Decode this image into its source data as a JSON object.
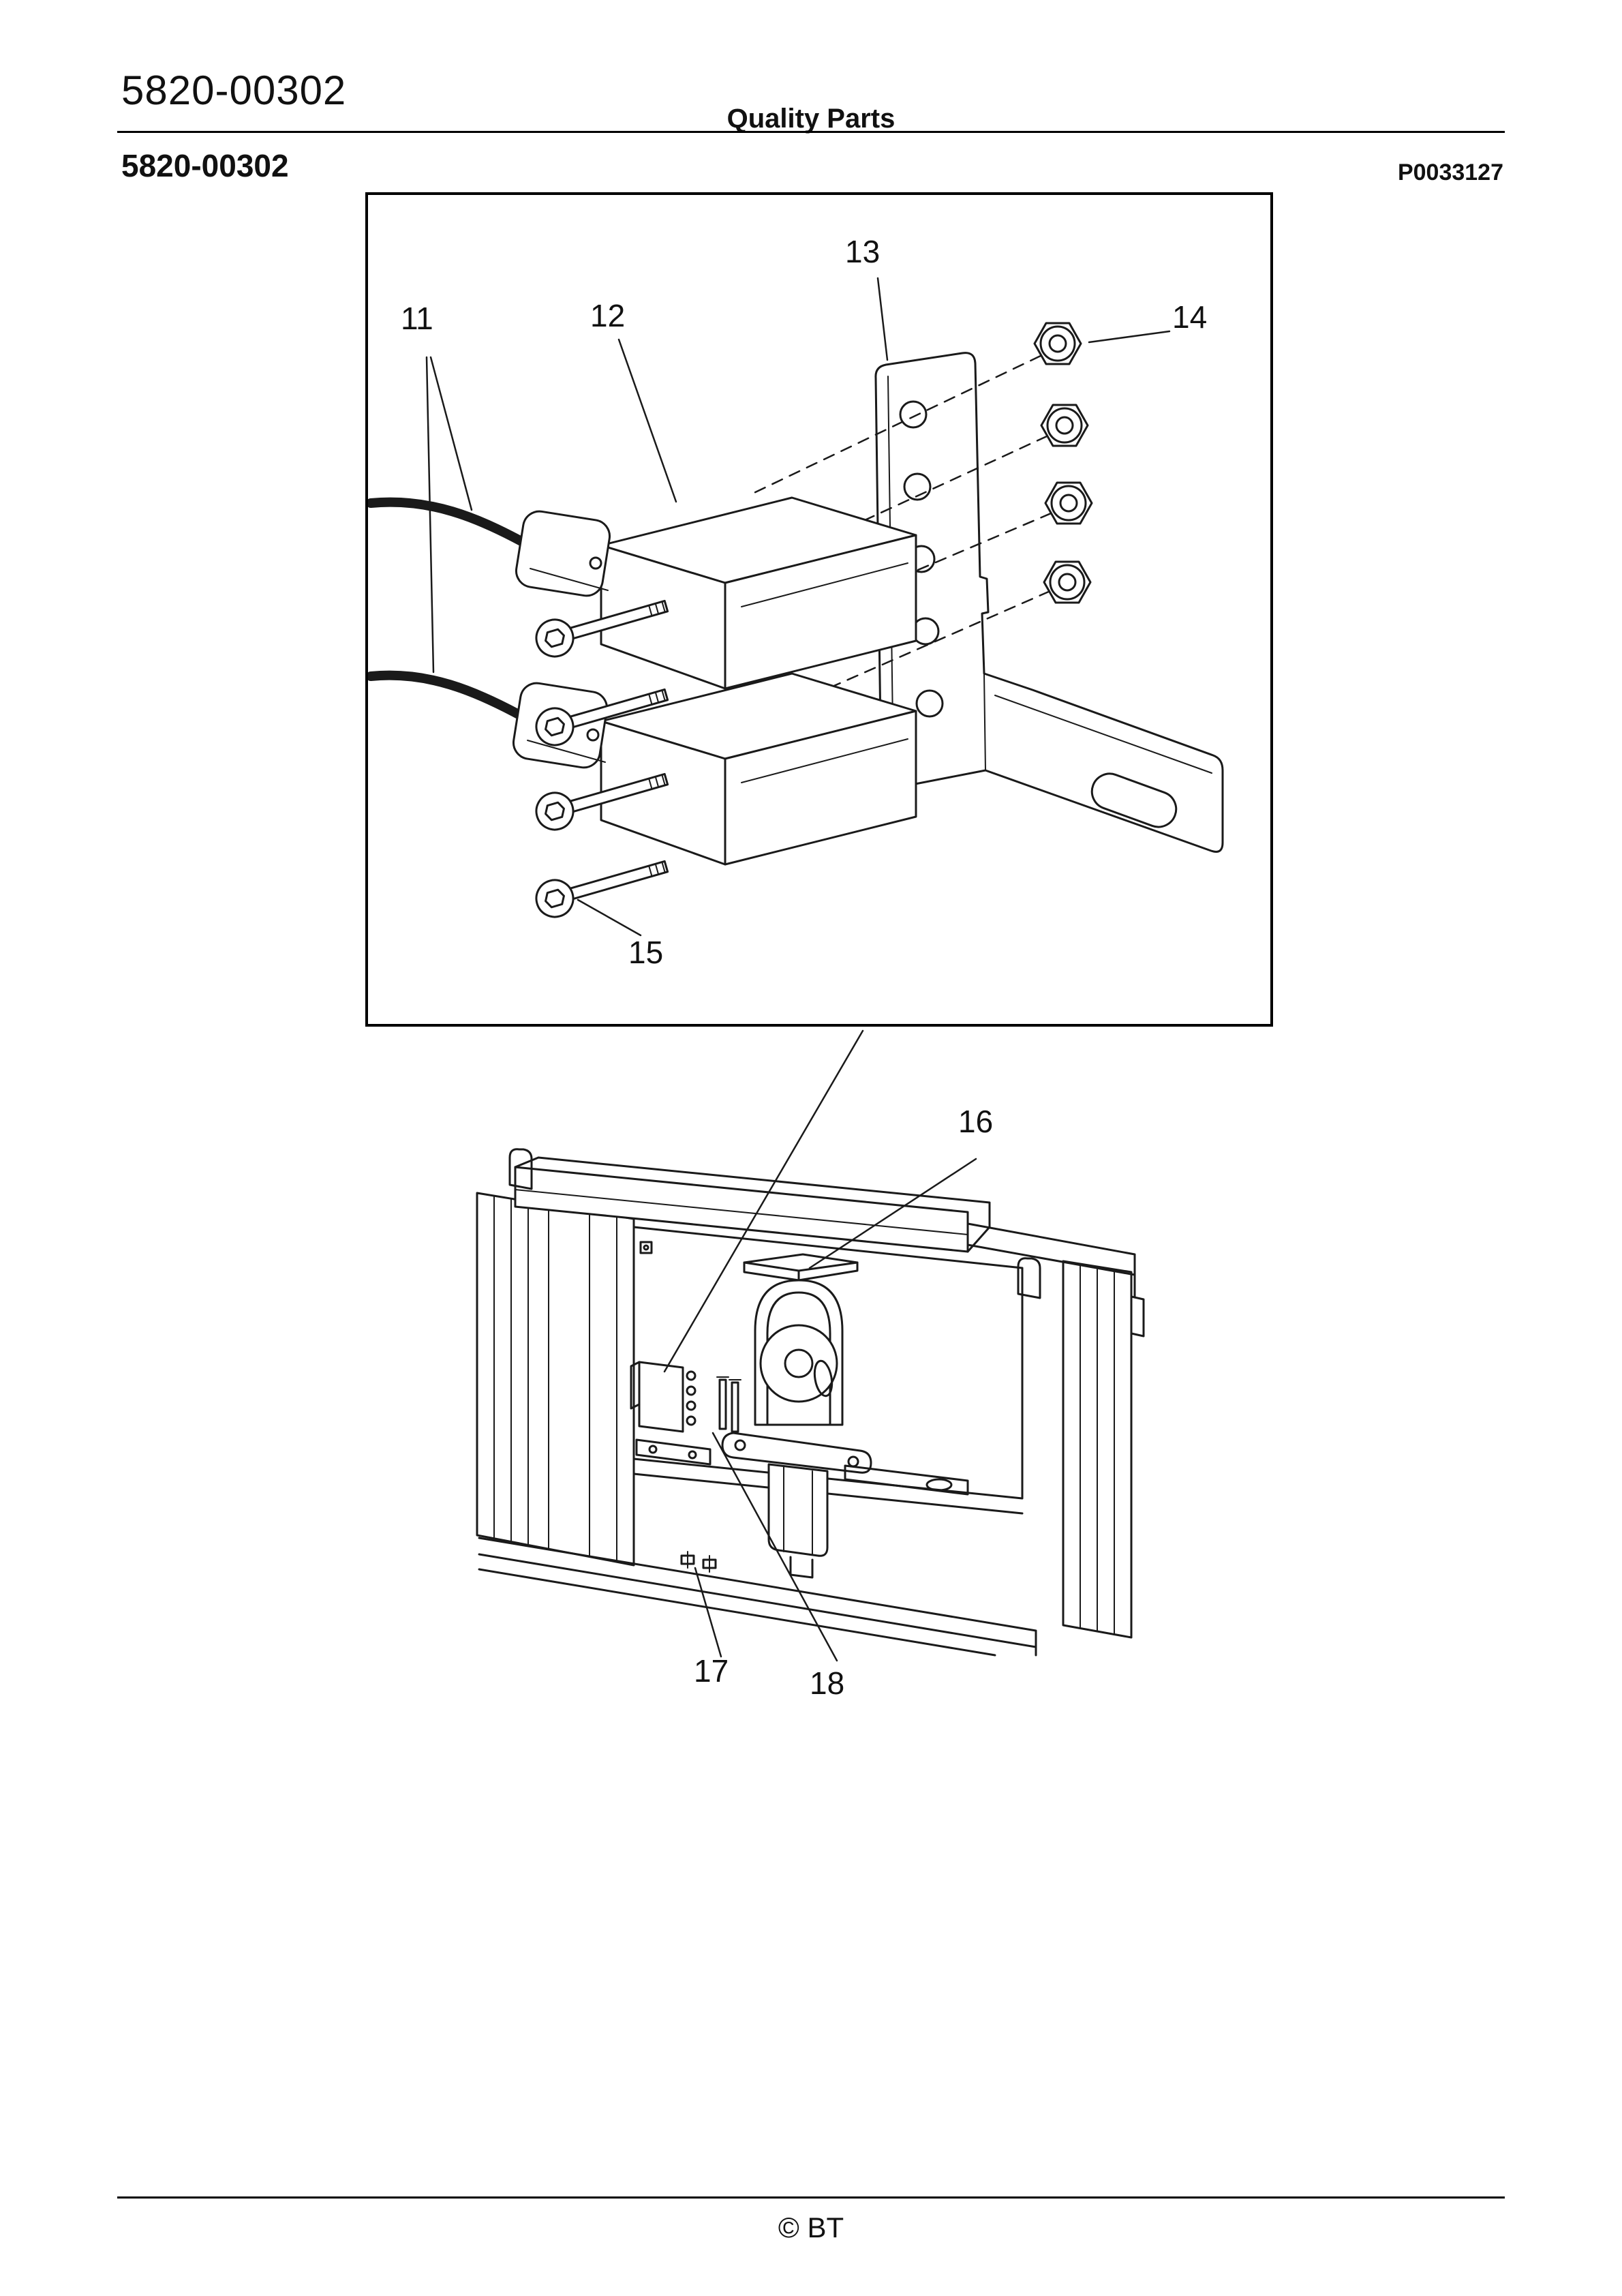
{
  "header": {
    "code": "5820-00302",
    "title": "Quality Parts"
  },
  "subheader": {
    "code": "5820-00302",
    "ref": "P0033127"
  },
  "diagram": {
    "callouts": {
      "c11": "11",
      "c12": "12",
      "c13": "13",
      "c14": "14",
      "c15": "15",
      "c16": "16",
      "c17": "17",
      "c18": "18"
    }
  },
  "footer": {
    "copyright": "© BT"
  },
  "colors": {
    "ink": "#1a1a1a",
    "paper": "#ffffff"
  }
}
